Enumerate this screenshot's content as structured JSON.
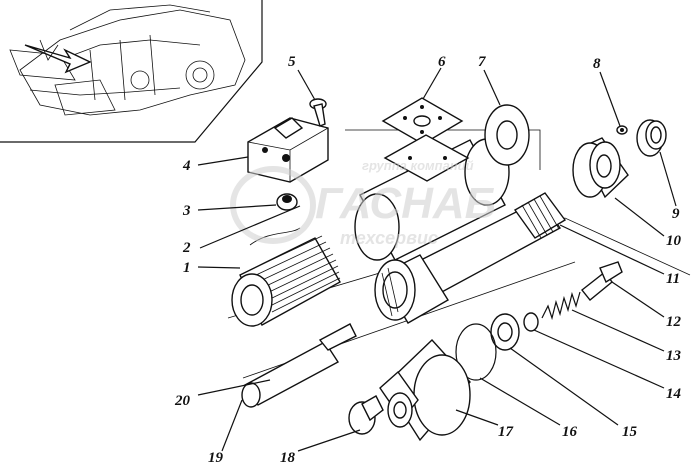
{
  "watermark": {
    "line1": "группа компаний",
    "line2": "ГАСНАБ",
    "line3": "техсервис"
  },
  "callouts": [
    {
      "id": "1",
      "label": "1"
    },
    {
      "id": "2",
      "label": "2"
    },
    {
      "id": "3",
      "label": "3"
    },
    {
      "id": "4",
      "label": "4"
    },
    {
      "id": "5",
      "label": "5"
    },
    {
      "id": "6",
      "label": "6"
    },
    {
      "id": "7",
      "label": "7"
    },
    {
      "id": "8",
      "label": "8"
    },
    {
      "id": "9",
      "label": "9"
    },
    {
      "id": "10",
      "label": "10"
    },
    {
      "id": "11",
      "label": "11"
    },
    {
      "id": "12",
      "label": "12"
    },
    {
      "id": "13",
      "label": "13"
    },
    {
      "id": "14",
      "label": "14"
    },
    {
      "id": "15",
      "label": "15"
    },
    {
      "id": "16",
      "label": "16"
    },
    {
      "id": "17",
      "label": "17"
    },
    {
      "id": "18",
      "label": "18"
    },
    {
      "id": "19",
      "label": "19"
    },
    {
      "id": "20",
      "label": "20"
    }
  ]
}
